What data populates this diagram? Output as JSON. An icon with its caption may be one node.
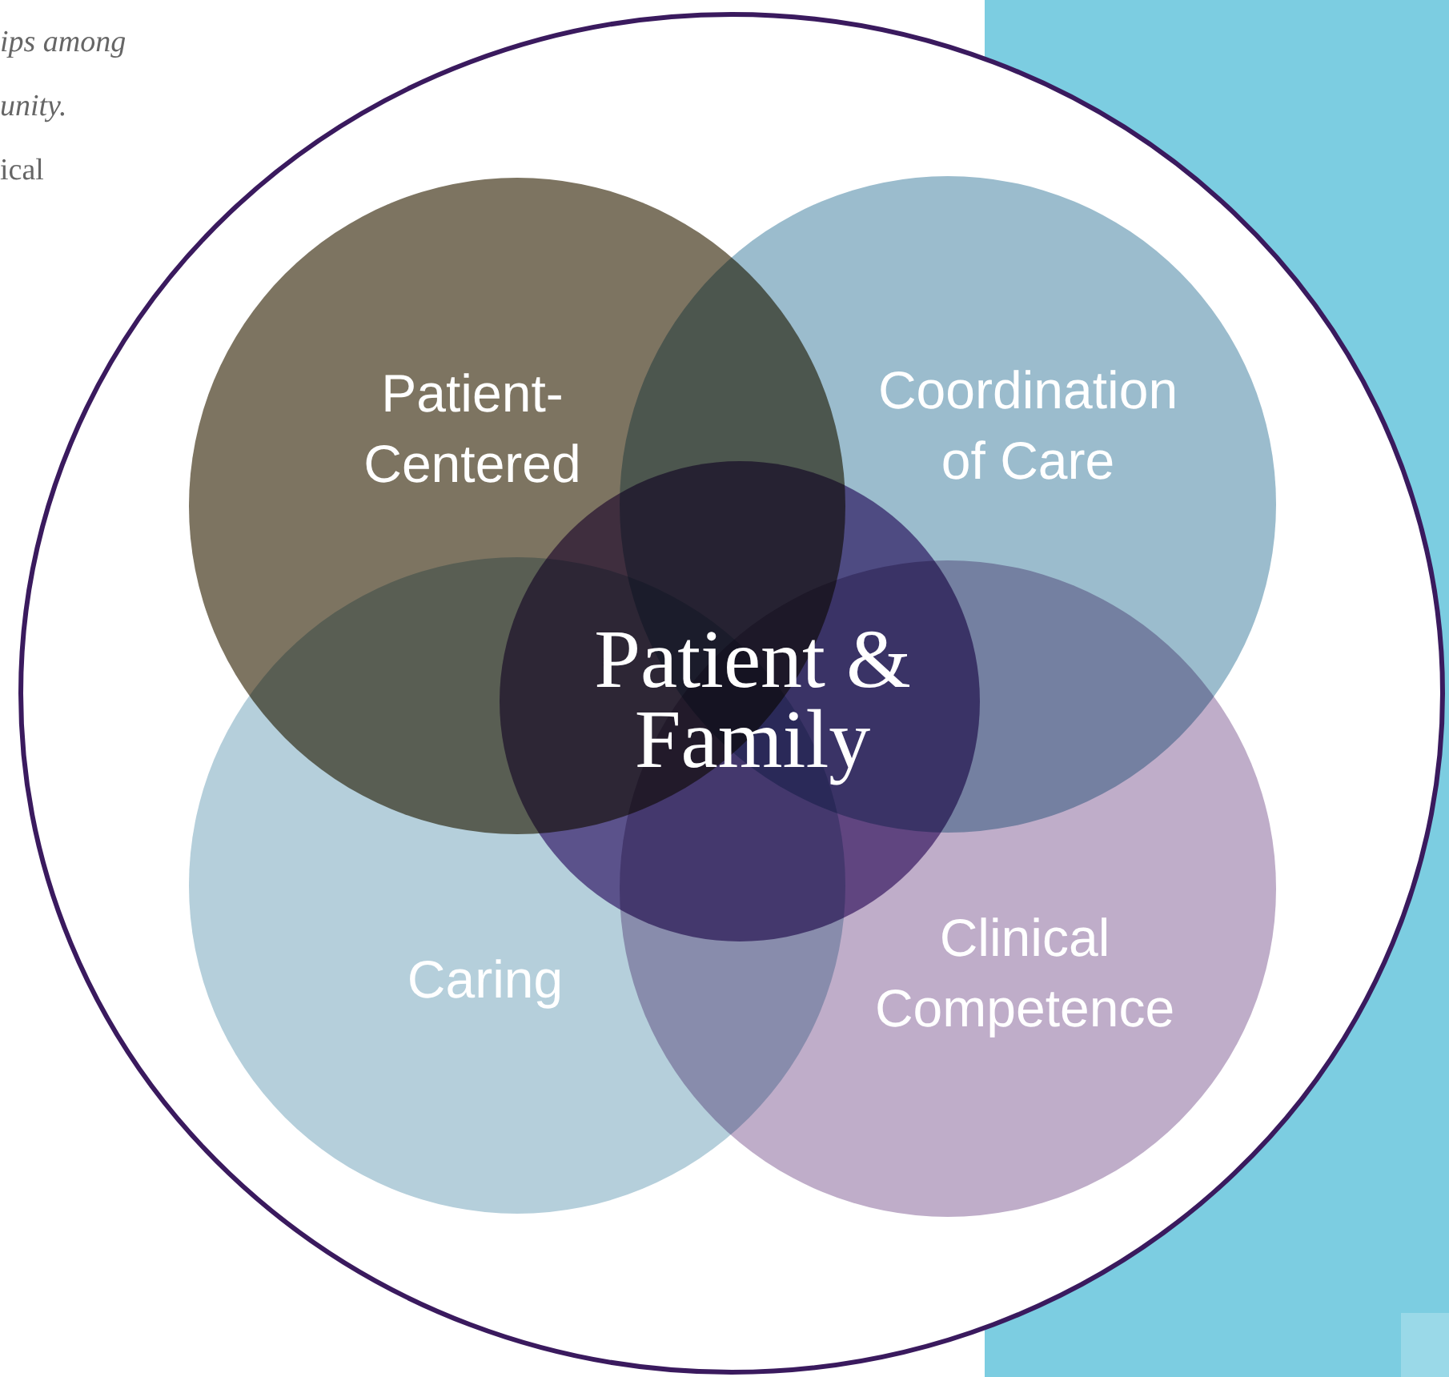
{
  "diagram": {
    "nodes": [
      {
        "text": [
          "Patient- Centered"
        ]
      },
      {
        "text": [
          "Coordination of Care"
        ]
      },
      {
        "text": [
          "Patient & Family"
        ]
      },
      {
        "text": [
          "Caring"
        ]
      },
      {
        "text": [
          "Clinical Competence"
        ]
      }
    ],
    "labels": [
      "ips among",
      "unity.",
      "ical"
    ]
  }
}
